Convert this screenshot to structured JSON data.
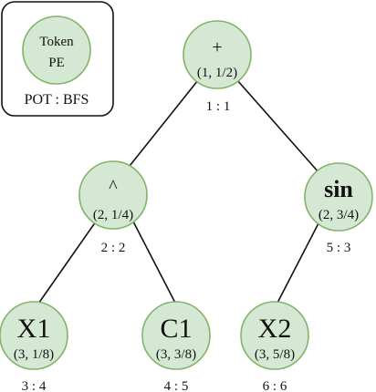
{
  "legend": {
    "token": "Token",
    "pe": "PE",
    "caption": "POT : BFS"
  },
  "nodes": [
    {
      "id": "plus",
      "symbol": "+",
      "pe": "(1, 1/2)",
      "order": "1 : 1"
    },
    {
      "id": "caret",
      "symbol": "^",
      "pe": "(2, 1/4)",
      "order": "2 :  2"
    },
    {
      "id": "sin",
      "symbol": "sin",
      "pe": "(2, 3/4)",
      "order": "5 :  3"
    },
    {
      "id": "x1",
      "symbol": "X1",
      "pe": "(3, 1/8)",
      "order": "3 :  4"
    },
    {
      "id": "c1",
      "symbol": "C1",
      "pe": "(3, 3/8)",
      "order": "4 :  5"
    },
    {
      "id": "x2",
      "symbol": "X2",
      "pe": "(3, 5/8)",
      "order": "6 :  6"
    }
  ],
  "edges": [
    {
      "from": "plus",
      "to": "caret"
    },
    {
      "from": "plus",
      "to": "sin"
    },
    {
      "from": "caret",
      "to": "x1"
    },
    {
      "from": "caret",
      "to": "c1"
    },
    {
      "from": "sin",
      "to": "x2"
    }
  ]
}
